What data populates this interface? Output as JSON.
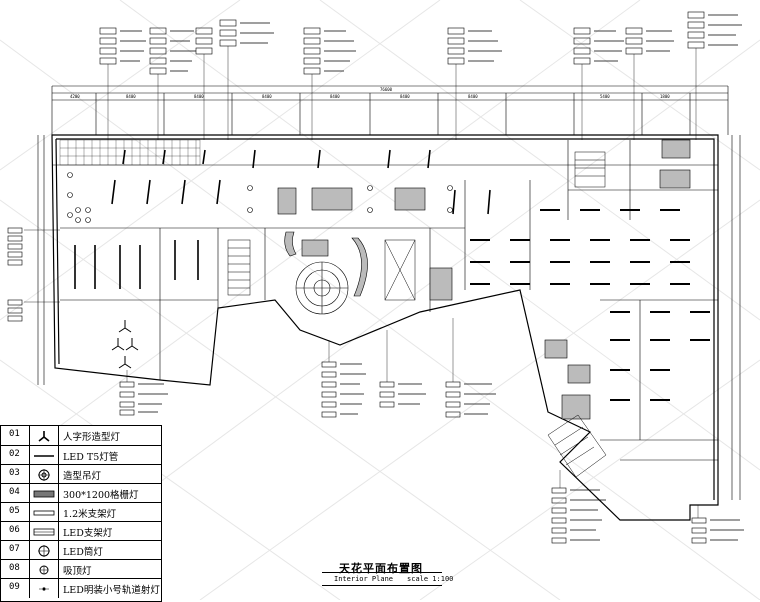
{
  "title": {
    "cn": "天花平面布置图",
    "en": "Interior Plane",
    "scale": "scale 1:100"
  },
  "legend": [
    {
      "num": "01",
      "icon": "y-fixture-icon",
      "label": "人字形造型灯"
    },
    {
      "num": "02",
      "icon": "t5-tube-icon",
      "label": "LED T5灯管"
    },
    {
      "num": "03",
      "icon": "pendant-lamp-icon",
      "label": "造型吊灯"
    },
    {
      "num": "04",
      "icon": "grille-lamp-icon",
      "label": "300*1200格栅灯"
    },
    {
      "num": "05",
      "icon": "bracket-lamp-1-2m-icon",
      "label": "1.2米支架灯"
    },
    {
      "num": "06",
      "icon": "led-bracket-lamp-icon",
      "label": "LED支架灯"
    },
    {
      "num": "07",
      "icon": "downlight-icon",
      "label": "LED筒灯"
    },
    {
      "num": "08",
      "icon": "ceiling-lamp-icon",
      "label": "吸顶灯"
    },
    {
      "num": "09",
      "icon": "track-spotlight-icon",
      "label": "LED明装小号轨道射灯"
    }
  ],
  "dimensions": [
    "4200",
    "8400",
    "8400",
    "8400",
    "8400",
    "8400",
    "8400",
    "5400",
    "1800"
  ],
  "overall_dimension": "76600"
}
